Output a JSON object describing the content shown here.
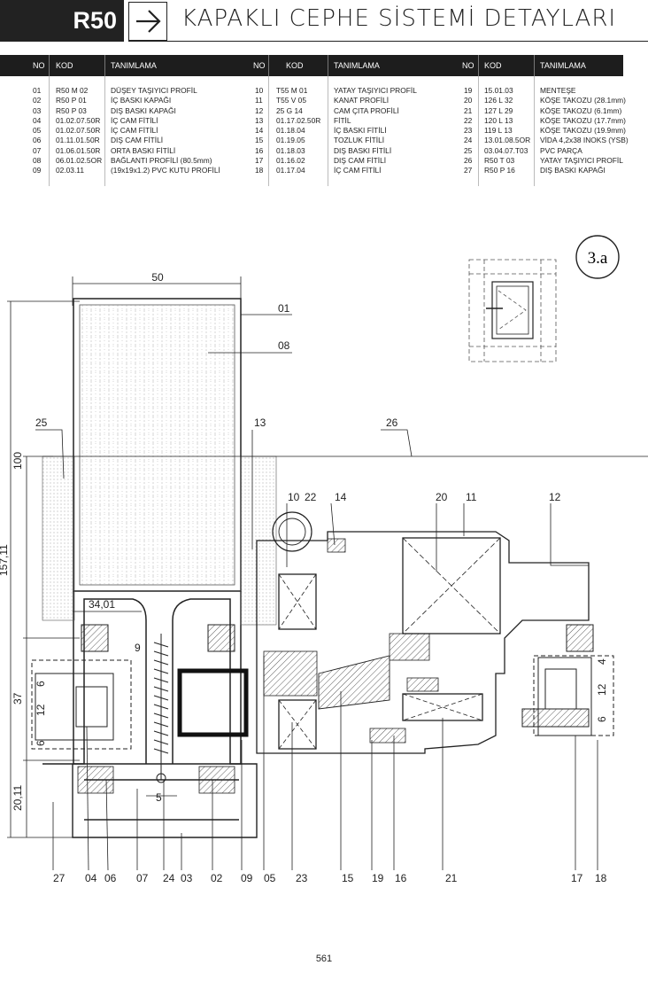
{
  "header": {
    "badge": "R50",
    "title": "KAPAKLI CEPHE SİSTEMİ DETAYLARI"
  },
  "table": {
    "columns": [
      "NO",
      "KOD",
      "TANIMLAMA",
      "NO",
      "KOD",
      "TANIMLAMA",
      "NO",
      "KOD",
      "TANIMLAMA"
    ],
    "rows": [
      [
        "01",
        "R50 M 02",
        "DÜŞEY TAŞIYICI PROFİL",
        "10",
        "T55 M 01",
        "YATAY TAŞIYICI PROFİL",
        "19",
        "15.01.03",
        "MENTEŞE"
      ],
      [
        "02",
        "R50 P 01",
        "İÇ BASKI KAPAĞI",
        "11",
        "T55 V 05",
        "KANAT PROFİLİ",
        "20",
        "126 L 32",
        "KÖŞE TAKOZU (28.1mm)"
      ],
      [
        "03",
        "R50 P 03",
        "DIŞ BASKI KAPAĞI",
        "12",
        "25 G 14",
        "CAM ÇITA PROFİLİ",
        "21",
        "127 L 29",
        "KÖŞE TAKOZU (6.1mm)"
      ],
      [
        "04",
        "01.02.07.50R",
        "İÇ CAM FİTİLİ",
        "13",
        "01.17.02.50R",
        "FİTİL",
        "22",
        "120 L 13",
        "KÖŞE TAKOZU (17.7mm)"
      ],
      [
        "05",
        "01.02.07.50R",
        "İÇ CAM FİTİLİ",
        "14",
        "01.18.04",
        "İÇ BASKI FİTİLİ",
        "23",
        "119 L 13",
        "KÖŞE TAKOZU (19.9mm)"
      ],
      [
        "06",
        "01.11.01.50R",
        "DIŞ CAM FİTİLİ",
        "15",
        "01.19.05",
        "TOZLUK FİTİLİ",
        "24",
        "13.01.08.5OR",
        "VİDA 4,2x38 INOKS (YSB)"
      ],
      [
        "07",
        "01.06.01.50R",
        "ORTA BASKI FİTİLİ",
        "16",
        "01.18.03",
        "DIŞ BASKI FİTİLİ",
        "25",
        "03.04.07.T03",
        "PVC PARÇA"
      ],
      [
        "08",
        "06.01.02.5OR",
        "BAĞLANTI PROFİLİ (80.5mm)",
        "17",
        "01.16.02",
        "DIŞ CAM FİTİLİ",
        "26",
        "R50 T 03",
        "YATAY TAŞIYICI PROFİL"
      ],
      [
        "09",
        "02.03.11",
        "(19x19x1.2) PVC KUTU PROFİLİ",
        "18",
        "01.17.04",
        "İÇ CAM FİTİLİ",
        "27",
        "R50 P 16",
        "DIŞ BASKI KAPAĞI"
      ]
    ]
  },
  "drawing": {
    "detail_id": "3.a",
    "dimensions": {
      "top_width": "50",
      "height_100": "100",
      "height_157": "157,11",
      "height_37": "37",
      "height_20": "20,11",
      "w_34": "34,01",
      "d6a": "6",
      "d12a": "12",
      "d6b": "6",
      "d9": "9",
      "d5": "5",
      "r4": "4",
      "r12": "12",
      "r6": "6"
    },
    "callouts_top": {
      "c01": "01",
      "c08": "08",
      "c25": "25",
      "c13": "13",
      "c26": "26",
      "c10": "10",
      "c22": "22",
      "c14": "14",
      "c20": "20",
      "c11": "11",
      "c12": "12"
    },
    "callouts_bottom": [
      "27",
      "04",
      "06",
      "07",
      "24",
      "03",
      "02",
      "09",
      "05",
      "23",
      "15",
      "19",
      "16",
      "21",
      "17",
      "18"
    ]
  },
  "page_number": "561",
  "colors": {
    "header_bg": "#1d1d1d",
    "ink": "#222222"
  },
  "icons": {
    "header_arrow": "arrow-right-icon"
  }
}
